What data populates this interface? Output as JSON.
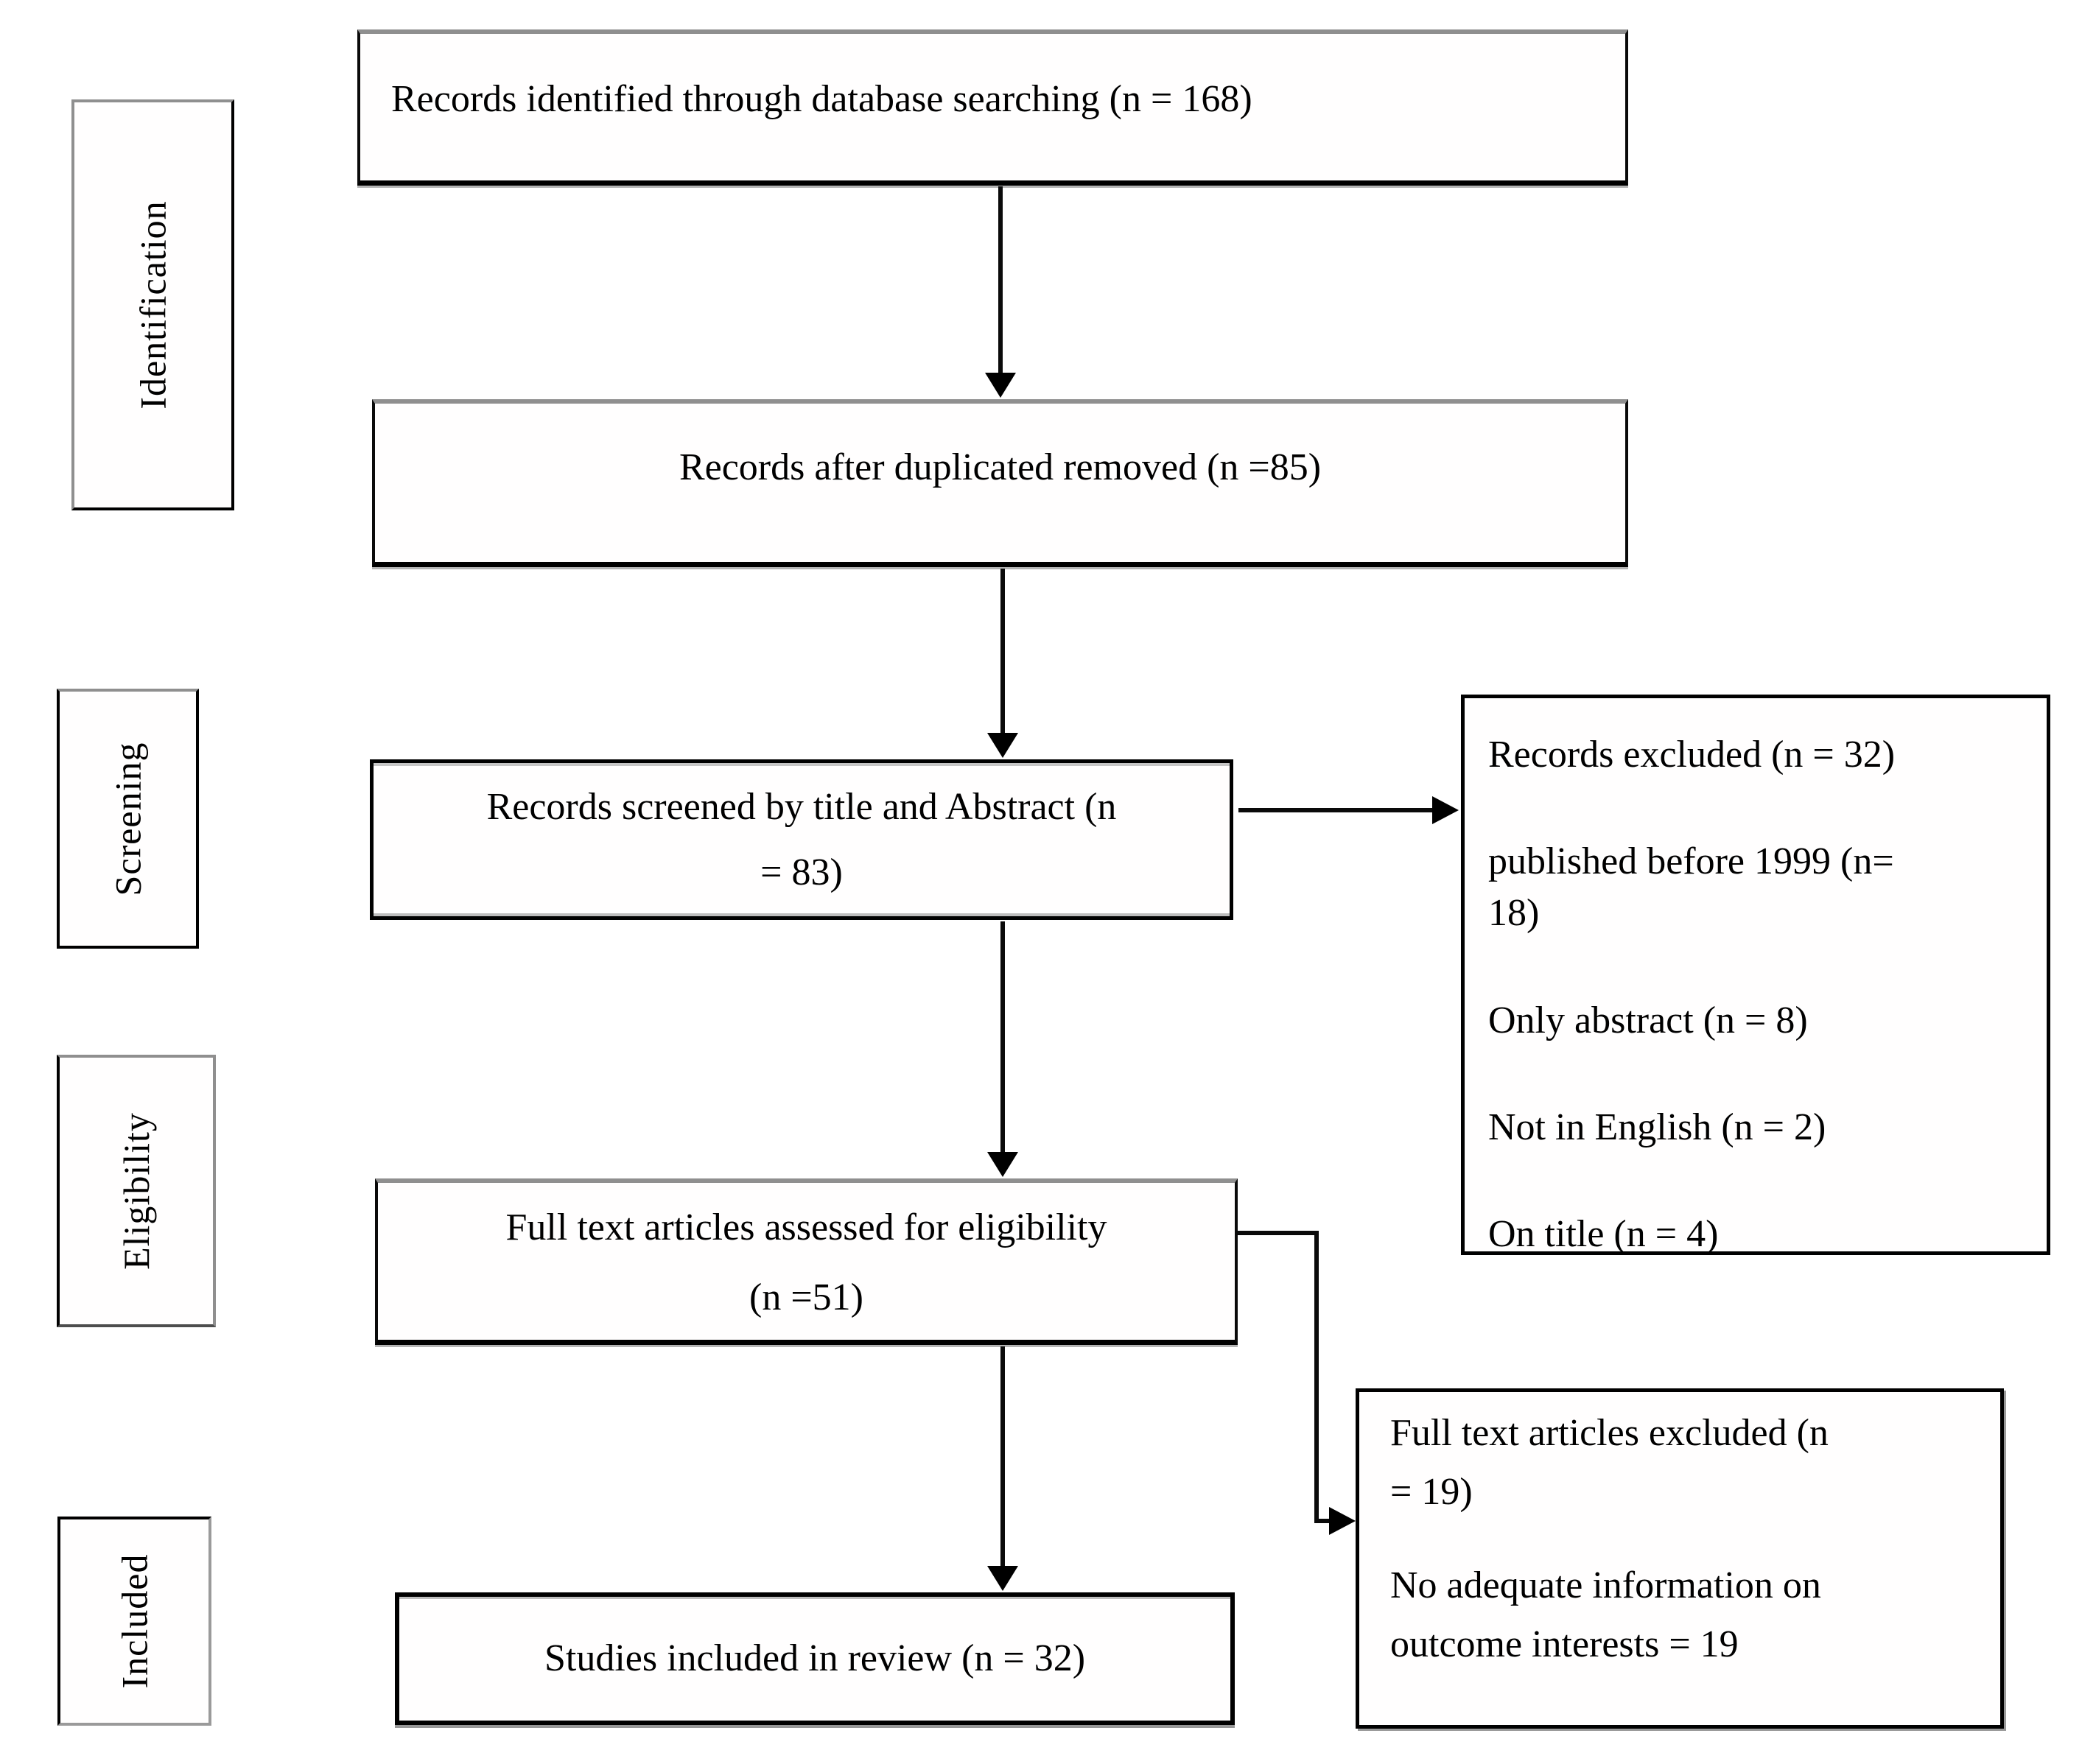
{
  "stages": {
    "identification": "Identification",
    "screening": "Screening",
    "eligibility": "Eligibility",
    "included": "Included"
  },
  "boxes": {
    "identified": "Records identified through database searching (n = 168)",
    "deduplicated": "Records after duplicated removed (n =85)",
    "screened": "Records screened by title and Abstract (n\n= 83)",
    "records_excluded": {
      "lines": [
        "Records excluded (n = 32)",
        "published before 1999 (n=\n18)",
        "Only abstract (n = 8)",
        "Not in English (n = 2)",
        "On title (n = 4)"
      ]
    },
    "fulltext_assessed": {
      "line1": "Full text articles assessed for eligibility",
      "line2": "(n =51)"
    },
    "fulltext_excluded": {
      "lines": [
        "Full text articles excluded (n\n= 19)",
        "No adequate information on\noutcome interests = 19"
      ]
    },
    "included_review": "Studies included in review (n = 32)"
  },
  "colors": {
    "line": "#000000",
    "border_gray": "#8f8f8f",
    "text": "#000000",
    "background": "#ffffff"
  }
}
